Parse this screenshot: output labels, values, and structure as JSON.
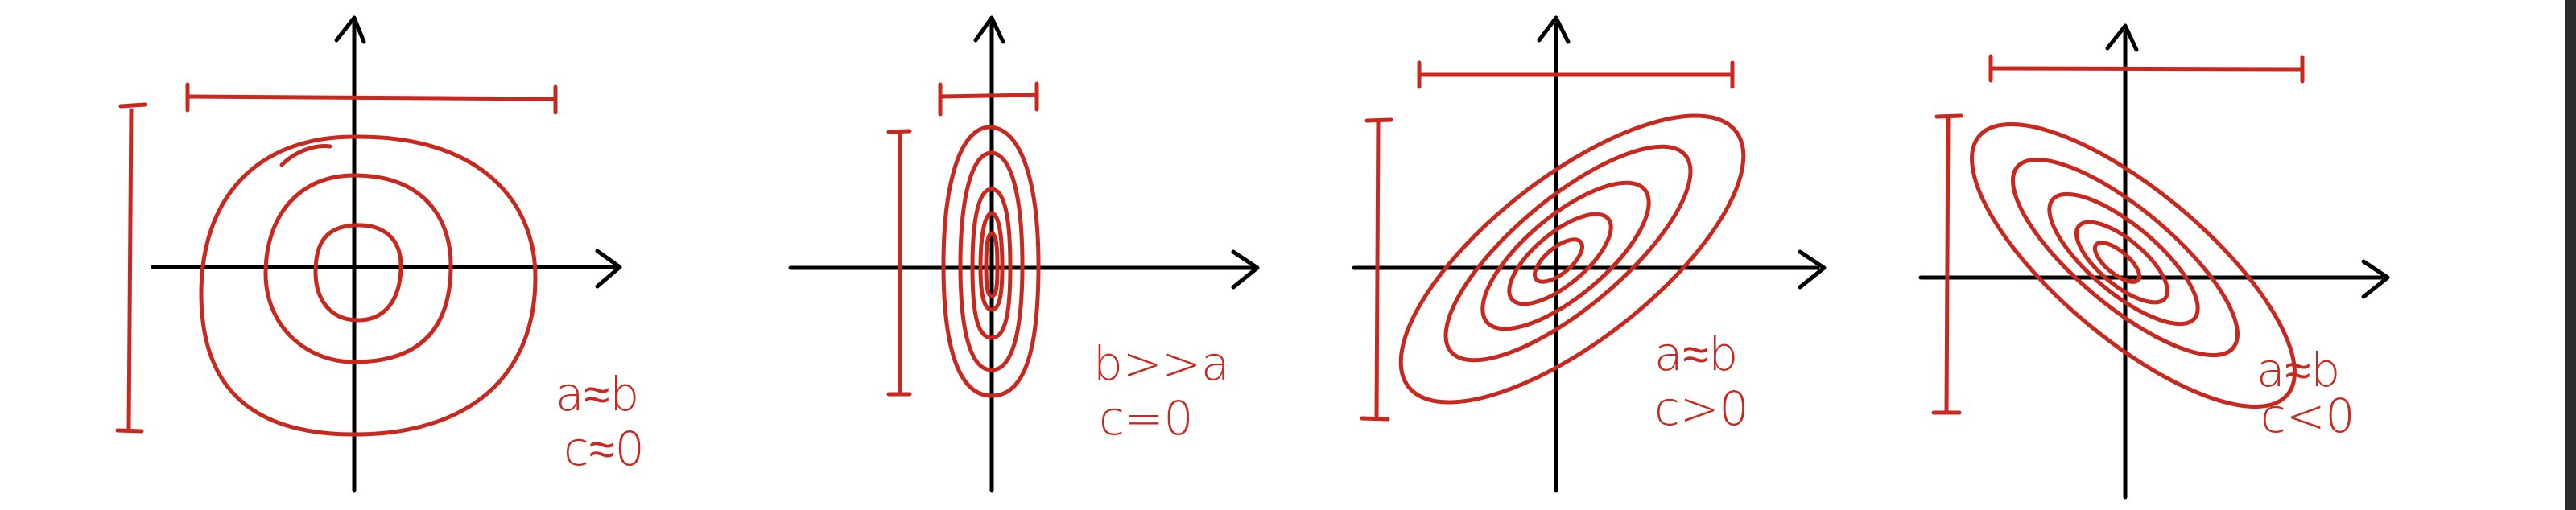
{
  "colors": {
    "background": "#ffffff",
    "frame": "#2b2b2b",
    "axis": "#000000",
    "ink": "#c8281e"
  },
  "panels": [
    {
      "id": "circular",
      "shape": "concentric circles",
      "label_line1": "a≈b",
      "label_line2": "c≈0"
    },
    {
      "id": "vertical",
      "shape": "tall narrow ellipses",
      "label_line1": "b>>a",
      "label_line2": "c=0"
    },
    {
      "id": "positive",
      "shape": "ellipses tilted up-right",
      "label_line1": "a≈b",
      "label_line2": "c>0"
    },
    {
      "id": "negative",
      "shape": "ellipses tilted down-right",
      "label_line1": "a≈b",
      "label_line2": "c<0"
    }
  ]
}
